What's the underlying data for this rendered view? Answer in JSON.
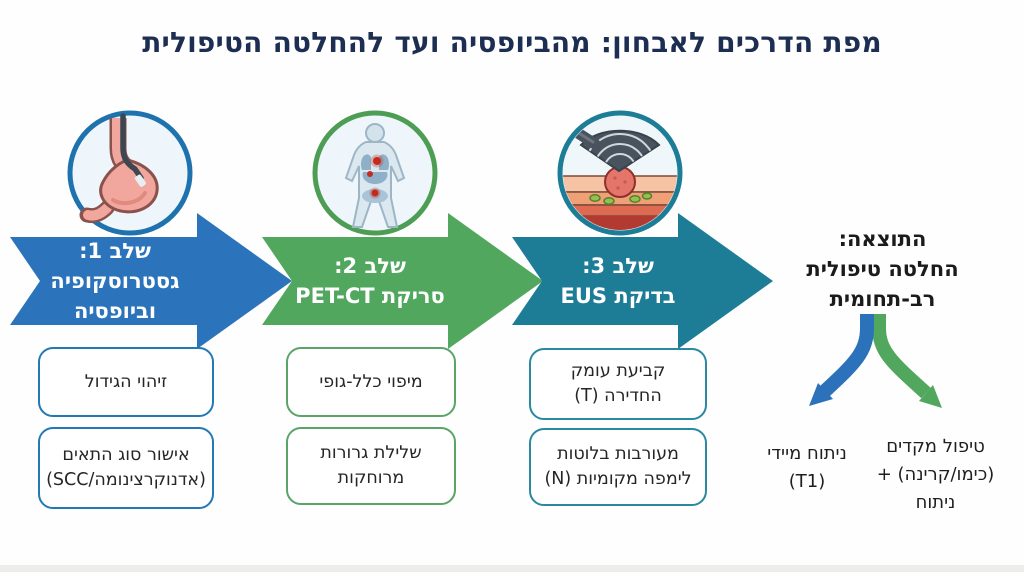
{
  "title": "מפת הדרכים לאבחון: מהביופסיה ועד להחלטה הטיפולית",
  "colors": {
    "title_navy": "#1c2e52",
    "stage1_blue": "#2b74bc",
    "stage2_green": "#52a75f",
    "stage3_teal": "#1e7d96",
    "branch_left_blue": "#2b72ba",
    "branch_right_green": "#52a75f"
  },
  "stages": [
    {
      "icon": "gastroscopy-stomach-icon",
      "color": "#2b74bc",
      "label_lines": [
        "שלב 1:",
        "גסטרוסקופיה",
        "וביופסיה"
      ],
      "boxes": [
        [
          "זיהוי הגידול"
        ],
        [
          "אישור סוג התאים",
          "(אדנוקרצינומה/SCC)"
        ]
      ]
    },
    {
      "icon": "pet-ct-body-scan-icon",
      "color": "#52a75f",
      "label_lines": [
        "שלב 2:",
        "סריקת PET-CT"
      ],
      "boxes": [
        [
          "מיפוי כלל-גופי"
        ],
        [
          "שלילת גרורות",
          "מרוחקות"
        ]
      ]
    },
    {
      "icon": "eus-ultrasound-icon",
      "color": "#1e7d96",
      "label_lines": [
        "שלב 3:",
        "בדיקת EUS"
      ],
      "boxes": [
        [
          "קביעת עומק",
          "החדירה (T)"
        ],
        [
          "מעורבות בלוטות",
          "לימפה מקומיות (N)"
        ]
      ]
    }
  ],
  "result": {
    "lines": [
      "התוצאה:",
      "החלטה טיפולית",
      "רב-תחומית"
    ]
  },
  "branches": [
    {
      "color": "#2b72ba",
      "lines": [
        "ניתוח מיידי",
        "(T1)"
      ]
    },
    {
      "color": "#52a75f",
      "lines": [
        "טיפול מקדים",
        "(כימו/קרינה) +",
        "ניתוח"
      ]
    }
  ]
}
